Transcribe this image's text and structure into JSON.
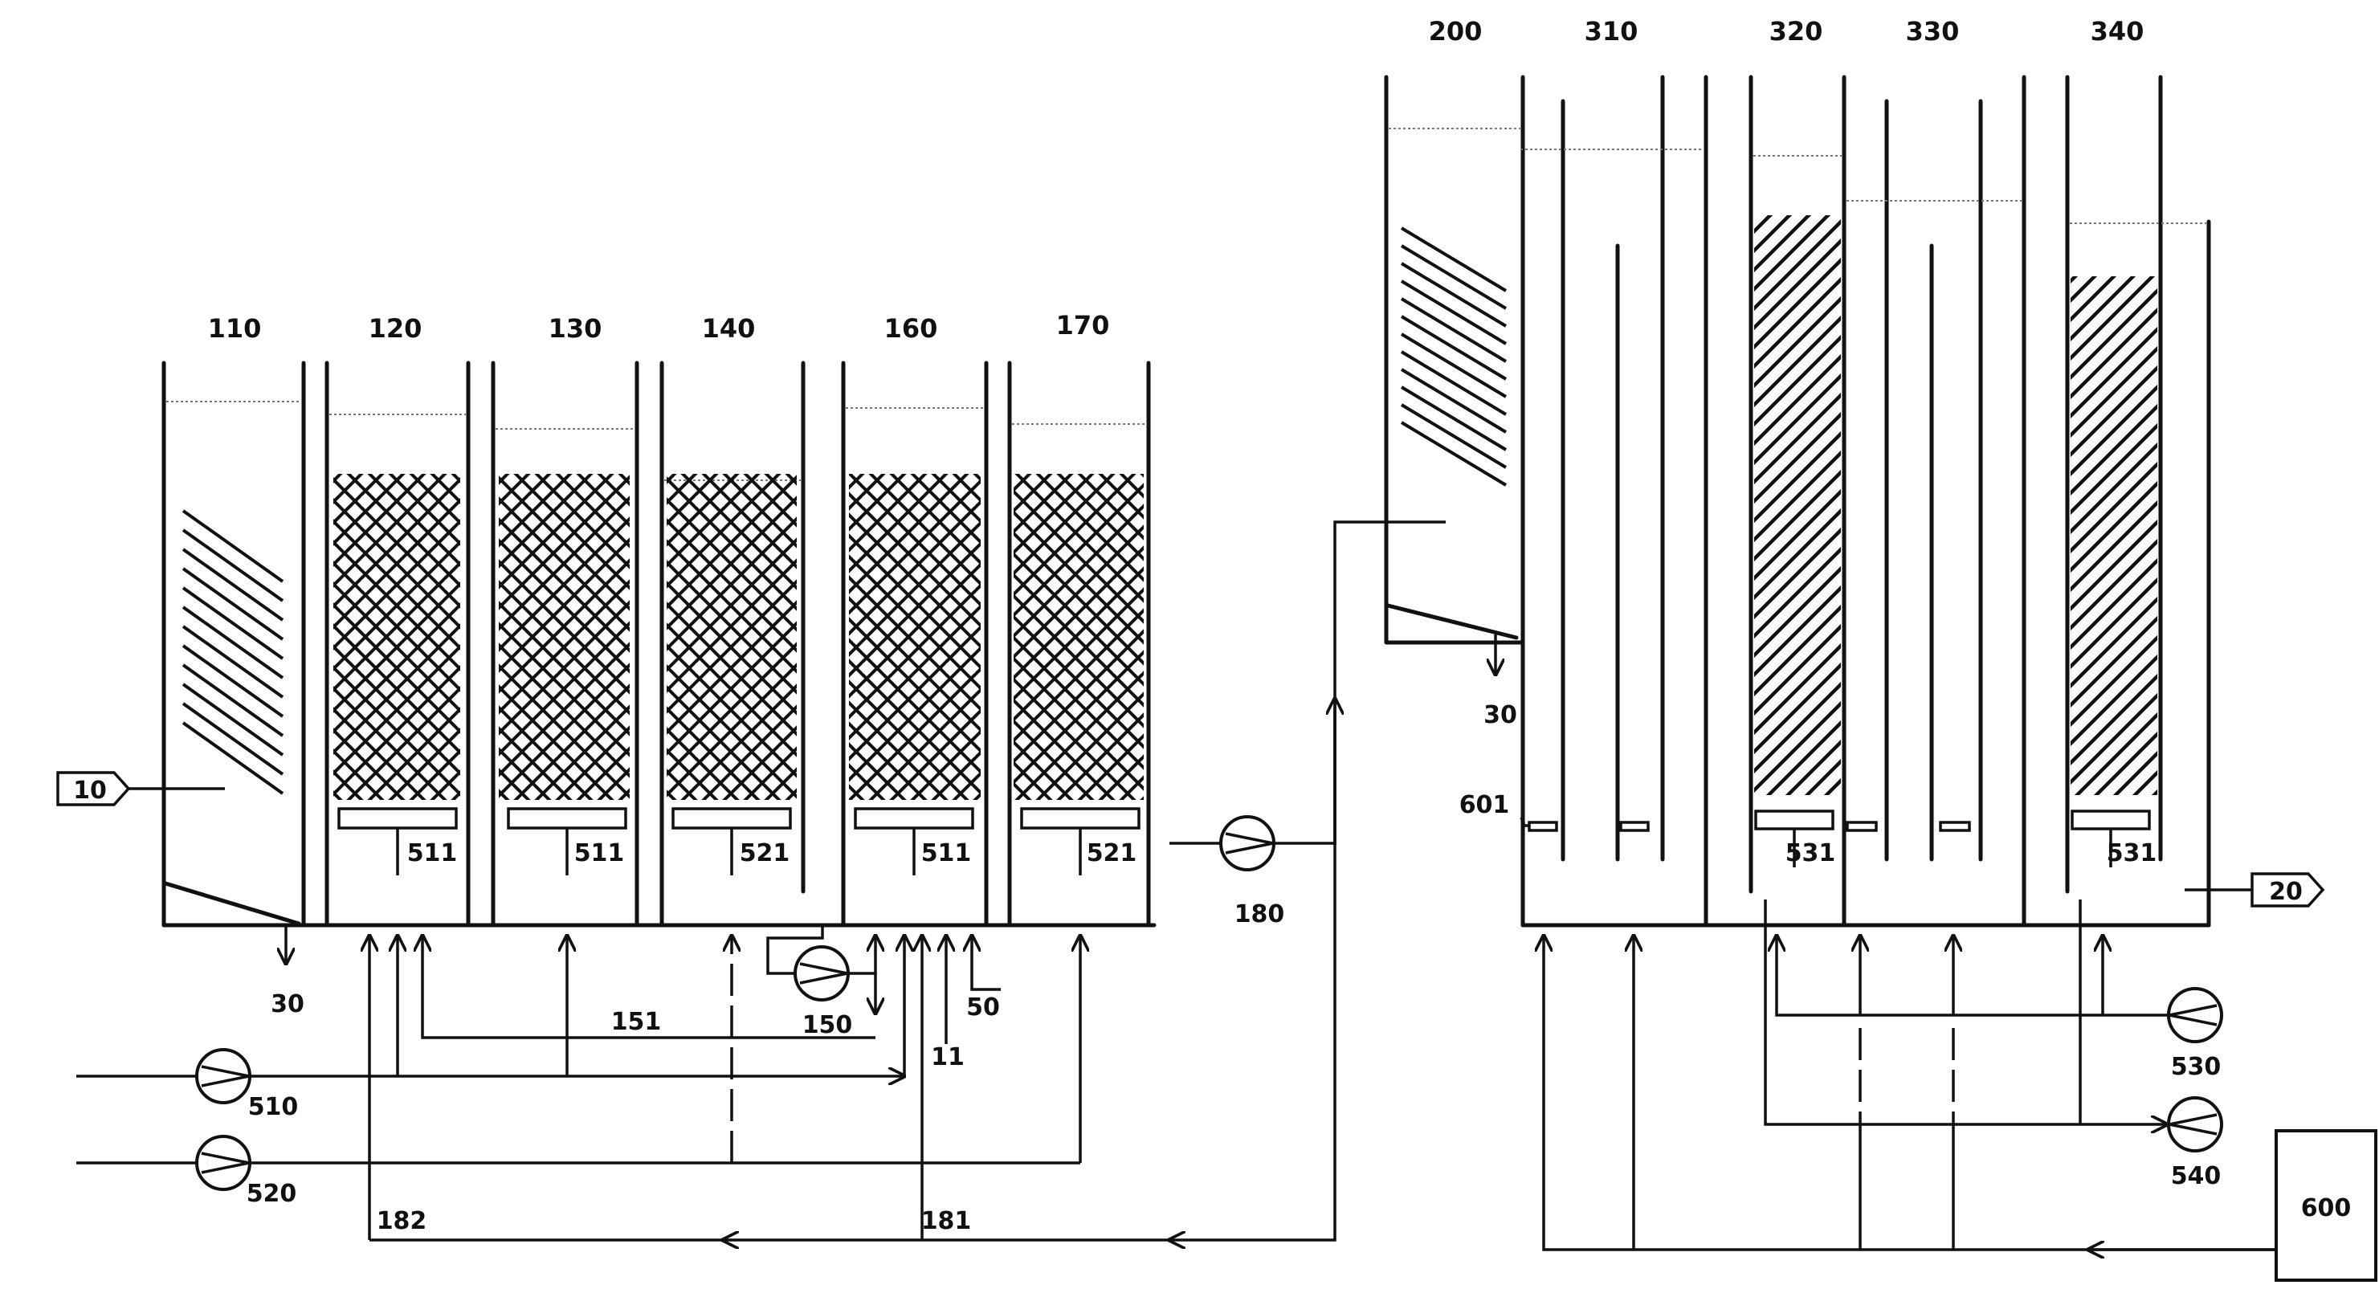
{
  "labels": {
    "tank_110": "110",
    "tank_120": "120",
    "tank_130": "130",
    "tank_140": "140",
    "tank_160": "160",
    "tank_170": "170",
    "tank_200": "200",
    "tank_310": "310",
    "tank_320": "320",
    "tank_330": "330",
    "tank_340": "340",
    "inlet": "10",
    "outlet": "20",
    "sludge_left": "30",
    "sludge_right": "30",
    "pipe_11": "11",
    "pipe_50": "50",
    "pump_150": "150",
    "line_151": "151",
    "pump_180": "180",
    "line_181": "181",
    "line_182": "182",
    "pump_510": "510",
    "pump_520": "520",
    "pump_530": "530",
    "pump_540": "540",
    "unit_600": "600",
    "sensor_601": "601",
    "diffusers": {
      "d120": "511",
      "d130": "511",
      "d140": "521",
      "d160": "511",
      "d170": "521",
      "d320": "531",
      "d340": "531"
    }
  },
  "colors": {
    "line": "#111111",
    "water_level": "#777777",
    "background": "#ffffff"
  }
}
